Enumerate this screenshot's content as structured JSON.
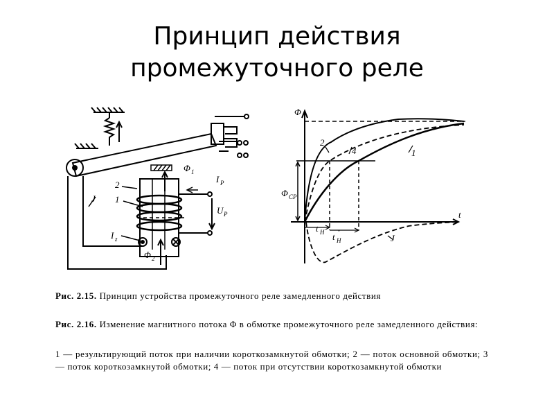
{
  "slide": {
    "title_line1": "Принцип действия",
    "title_line2": "промежуточного реле"
  },
  "relay_diagram": {
    "labels": {
      "phi1": "Φ",
      "phi1_sub": "1",
      "phi2": "Φ",
      "phi2_sub": "2",
      "ip": "I",
      "ip_sub": "P",
      "up": "U",
      "up_sub": "P",
      "iz": "I",
      "iz_sub": "z",
      "j": "J",
      "num2": "2",
      "num1": "1"
    }
  },
  "flux_graph": {
    "labels": {
      "y_axis": "Φ",
      "x_axis": "t",
      "phi_cp": "Φ",
      "phi_cp_sub": "CP",
      "tn1": "t",
      "tn1_sub": "H",
      "tn2": "t",
      "tn2_sub": "H",
      "tn2_sup": "\"",
      "curve1": "1",
      "curve2": "2",
      "curve4": "4",
      "curve_j": "J"
    }
  },
  "captions": {
    "fig215_num": "Рис. 2.15.",
    "fig215_text": "Принцип устройства промежуточного реле замедленного действия",
    "fig216_num": "Рис. 2.16.",
    "fig216_text": "Изменение магнитного потока Φ в обмотке промежуточного реле замедленного действия:",
    "legend": "1 — результирующий поток при наличии короткозамкнутой обмотки; 2 — поток основной обмотки; 3 — поток короткозамкнутой обмотки; 4 — поток при отсутствии короткозамкнутой обмотки"
  }
}
